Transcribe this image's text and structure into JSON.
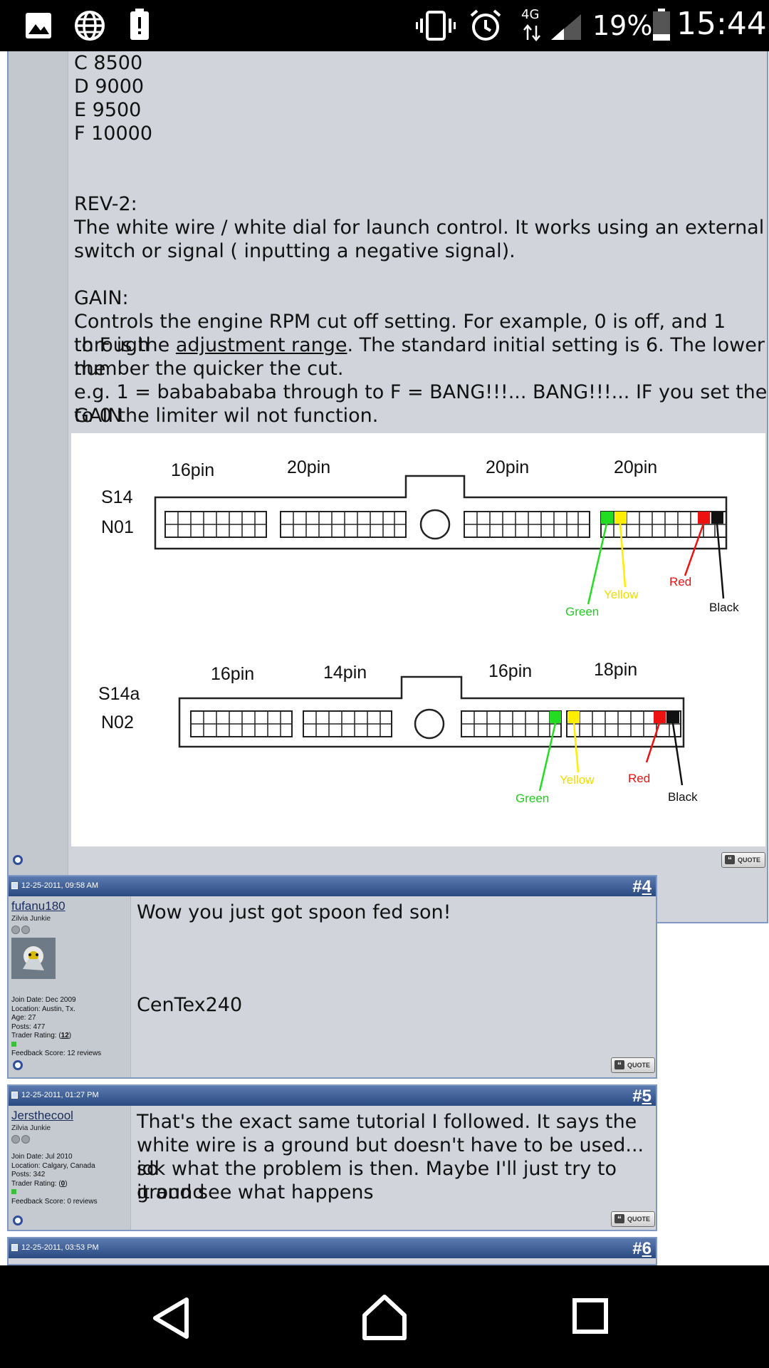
{
  "status_bar": {
    "network_type": "4G",
    "battery_percent": "19%",
    "time": "15:44"
  },
  "post3": {
    "lines_top": [
      "C 8500",
      "D 9000",
      "E 9500",
      "F 10000"
    ],
    "rev2_heading": "REV-2:",
    "rev2_text_1": "The white wire / white dial for launch control. It works using an external",
    "rev2_text_2": "switch or signal ( inputting a negative signal).",
    "gain_heading": "GAIN:",
    "gain_line_1": "Controls the engine RPM cut off setting. For example, 0 is off, and 1 through",
    "gain_line_2_a": "to F is the ",
    "gain_line_2_link": "adjustment range",
    "gain_line_2_b": ". The standard initial setting is 6. The lower the",
    "gain_line_3": "number the quicker the cut.",
    "gain_line_4": "e.g. 1 = bababababa through to F = BANG!!!... BANG!!!... IF you set the GAIN",
    "gain_line_5": "to 0 the limiter wil not function.",
    "diagram": {
      "top": {
        "model": "S14",
        "code": "N01",
        "pins": [
          "16pin",
          "20pin",
          "20pin",
          "20pin"
        ],
        "wires": [
          "Green",
          "Yellow",
          "Red",
          "Black"
        ]
      },
      "bottom": {
        "model": "S14a",
        "code": "N02",
        "pins": [
          "16pin",
          "14pin",
          "16pin",
          "18pin"
        ],
        "wires": [
          "Green",
          "Yellow",
          "Red",
          "Black"
        ]
      },
      "wire_colors": {
        "Green": "#22dd22",
        "Yellow": "#ffee00",
        "Red": "#ee1111",
        "Black": "#111111"
      }
    },
    "quote_label": "QUOTE"
  },
  "post4": {
    "date": "12-25-2011, 09:58 AM",
    "number_prefix": "#",
    "number": "4",
    "username": "fufanu180",
    "user_title": "Zilvia Junkie",
    "join_date": "Join Date: Dec 2009",
    "location": "Location: Austin, Tx.",
    "age": "Age: 27",
    "posts": "Posts: 477",
    "trader_rating_label": "Trader Rating: (",
    "trader_rating_value": "12",
    "trader_rating_close": ")",
    "feedback": "Feedback Score: 12 reviews",
    "message": "Wow you just got spoon fed son!",
    "signature": "CenTex240",
    "quote_label": "QUOTE"
  },
  "post5": {
    "date": "12-25-2011, 01:27 PM",
    "number_prefix": "#",
    "number": "5",
    "username": "Jersthecool",
    "user_title": "Zilvia Junkie",
    "join_date": "Join Date: Jul 2010",
    "location": "Location: Calgary, Canada",
    "posts": "Posts: 342",
    "trader_rating_label": "Trader Rating: (",
    "trader_rating_value": "0",
    "trader_rating_close": ")",
    "feedback": "Feedback Score: 0 reviews",
    "message_1": "That's the exact same tutorial I followed. It says the",
    "message_2": "white wire is a ground but doesn't have to be used... so",
    "message_3": "idk what the problem is then. Maybe I'll just try to ground",
    "message_4": "it and see what happens",
    "quote_label": "QUOTE"
  },
  "post6": {
    "date": "12-25-2011, 03:53 PM",
    "number_prefix": "#",
    "number": "6"
  },
  "icons": {
    "status_left": [
      "image-icon",
      "globe-icon",
      "alert-icon"
    ],
    "status_right": [
      "vibrate-icon",
      "alarm-icon",
      "data-arrows-icon",
      "signal-icon",
      "battery-icon"
    ],
    "nav": [
      "back-icon",
      "home-icon",
      "recents-icon"
    ]
  }
}
